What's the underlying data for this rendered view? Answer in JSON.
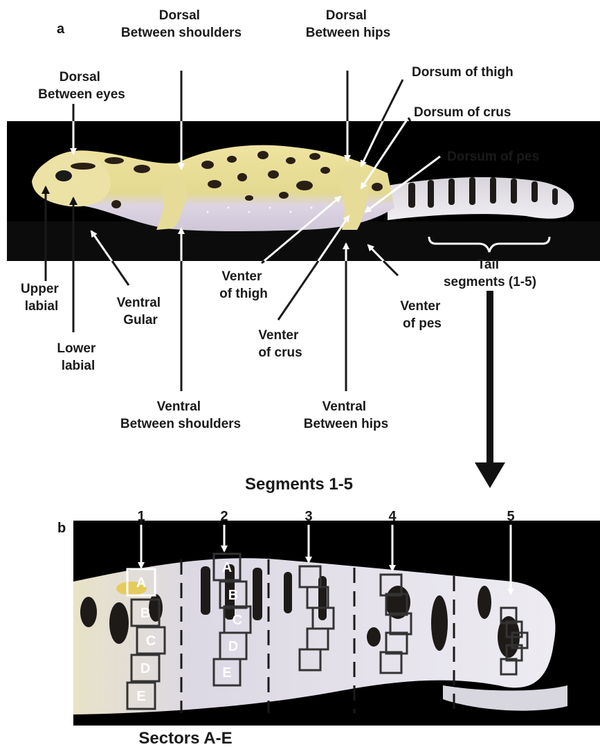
{
  "panel_a": {
    "letter": "a",
    "labels": {
      "dorsal_shoulders": [
        "Dorsal",
        "Between shoulders"
      ],
      "dorsal_hips": [
        "Dorsal",
        "Between hips"
      ],
      "dorsal_eyes": [
        "Dorsal",
        "Between eyes"
      ],
      "dorsum_thigh": [
        "Dorsum of thigh"
      ],
      "dorsum_crus": [
        "Dorsum of crus"
      ],
      "dorsum_pes": [
        "Dorsum of pes"
      ],
      "upper_labial": [
        "Upper",
        "labial"
      ],
      "lower_labial": [
        "Lower",
        "labial"
      ],
      "ventral_gular": [
        "Ventral",
        "Gular"
      ],
      "venter_thigh": [
        "Venter",
        "of thigh"
      ],
      "venter_crus": [
        "Venter",
        "of crus"
      ],
      "venter_pes": [
        "Venter",
        "of pes"
      ],
      "tail_segments": [
        "Tail",
        "segments (1-5)"
      ],
      "ventral_shoulders": [
        "Ventral",
        "Between shoulders"
      ],
      "ventral_hips": [
        "Ventral",
        "Between hips"
      ]
    }
  },
  "panel_b": {
    "letter": "b",
    "title": "Segments 1-5",
    "footer": "Sectors A-E",
    "segments": [
      "1",
      "2",
      "3",
      "4",
      "5"
    ],
    "sectors": [
      "A",
      "B",
      "C",
      "D",
      "E"
    ]
  },
  "colors": {
    "photo_background": "#000000",
    "gecko_yellow": "#e8d98a",
    "gecko_belly": "#ded6e6",
    "spot": "#2a1f14",
    "label_text": "#1a1a1a"
  }
}
